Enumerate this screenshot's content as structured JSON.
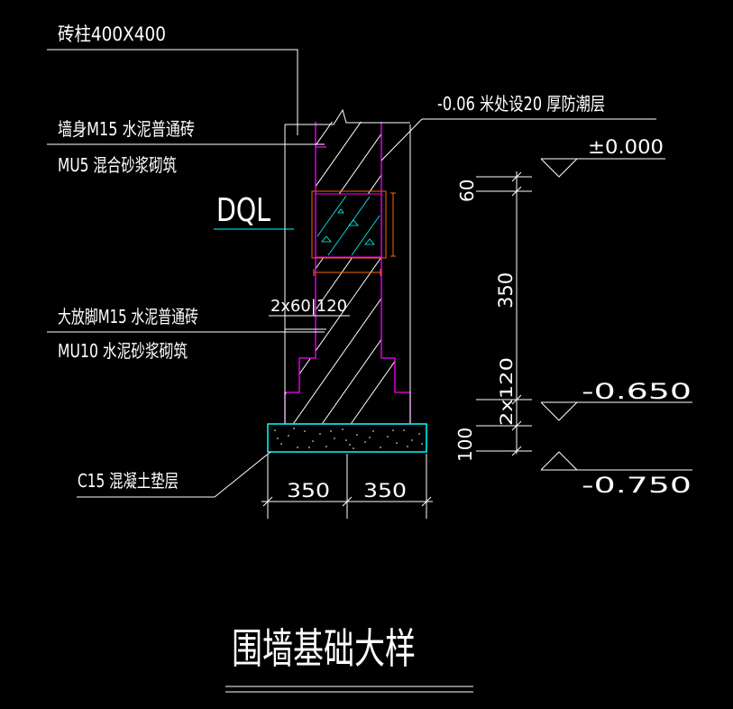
{
  "labels": {
    "brick_column": "砖柱400X400",
    "wall_line1": "墙身M15 水泥普通砖",
    "wall_line2": "MU5 混合砂浆砌筑",
    "dql": "DQL",
    "footing_line1": "大放脚M15 水泥普通砖",
    "footing_line2": "MU10 水泥砂浆砌筑",
    "step_dims": "2x60|120",
    "cushion": "C15 混凝土垫层",
    "damp_proof": "-0.06 米处设20 厚防潮层",
    "title": "围墙基础大样"
  },
  "levels": {
    "top": "±0.000",
    "mid": "-0.650",
    "bottom": "-0.750"
  },
  "dims": {
    "d60": "60",
    "d350": "350",
    "d2x120": "2x120",
    "d100": "100",
    "w_left": "350",
    "w_right": "350"
  },
  "colors": {
    "background": "#000000",
    "lines": "#ffffff",
    "wall_outline": "#ff00ff",
    "beam_outline": "#ff6600",
    "concrete": "#00ffff"
  }
}
